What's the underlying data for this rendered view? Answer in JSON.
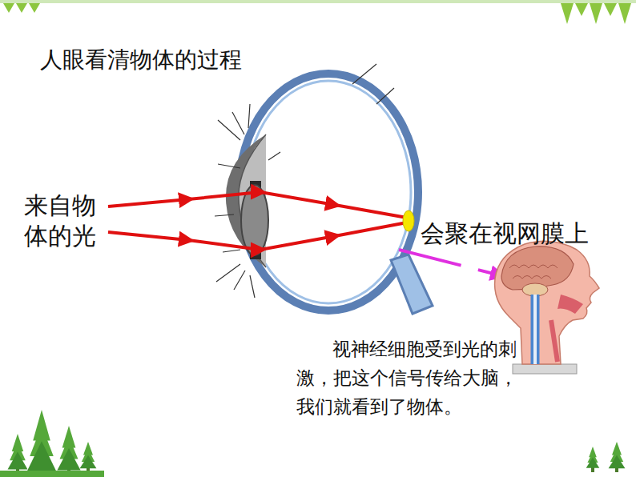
{
  "diagram": {
    "title": "人眼看清物体的过程",
    "labels": [
      "来自物体的光",
      "会聚在视网膜上",
      "视神经细胞受到光的刺激，把这个信号传给大脑，我们就看到了物体。"
    ]
  }
}
